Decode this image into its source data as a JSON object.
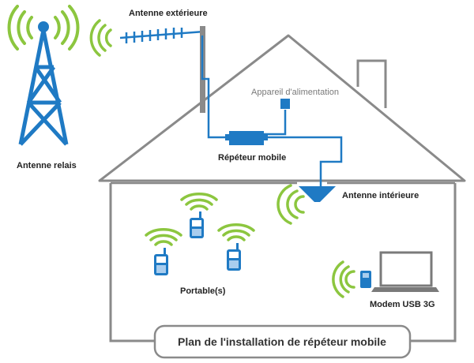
{
  "labels": {
    "relay_antenna": "Antenne relais",
    "outdoor_antenna": "Antenne extérieure",
    "power_supply": "Appareil d'alimentation",
    "repeater": "Répéteur mobile",
    "indoor_antenna": "Antenne intérieure",
    "phones": "Portable(s)",
    "modem": "Modem USB 3G"
  },
  "caption": "Plan de l'installation de répéteur mobile",
  "colors": {
    "tower_blue": "#1f7ac4",
    "signal_green": "#8cc63f",
    "house_gray": "#8a8a8a",
    "cable_blue": "#1f7ac4"
  },
  "icons": [
    "cell-tower-icon",
    "yagi-antenna-icon",
    "power-supply-icon",
    "repeater-icon",
    "ceiling-antenna-icon",
    "mobile-phone-icon",
    "laptop-icon",
    "usb-modem-icon",
    "chimney-icon"
  ]
}
